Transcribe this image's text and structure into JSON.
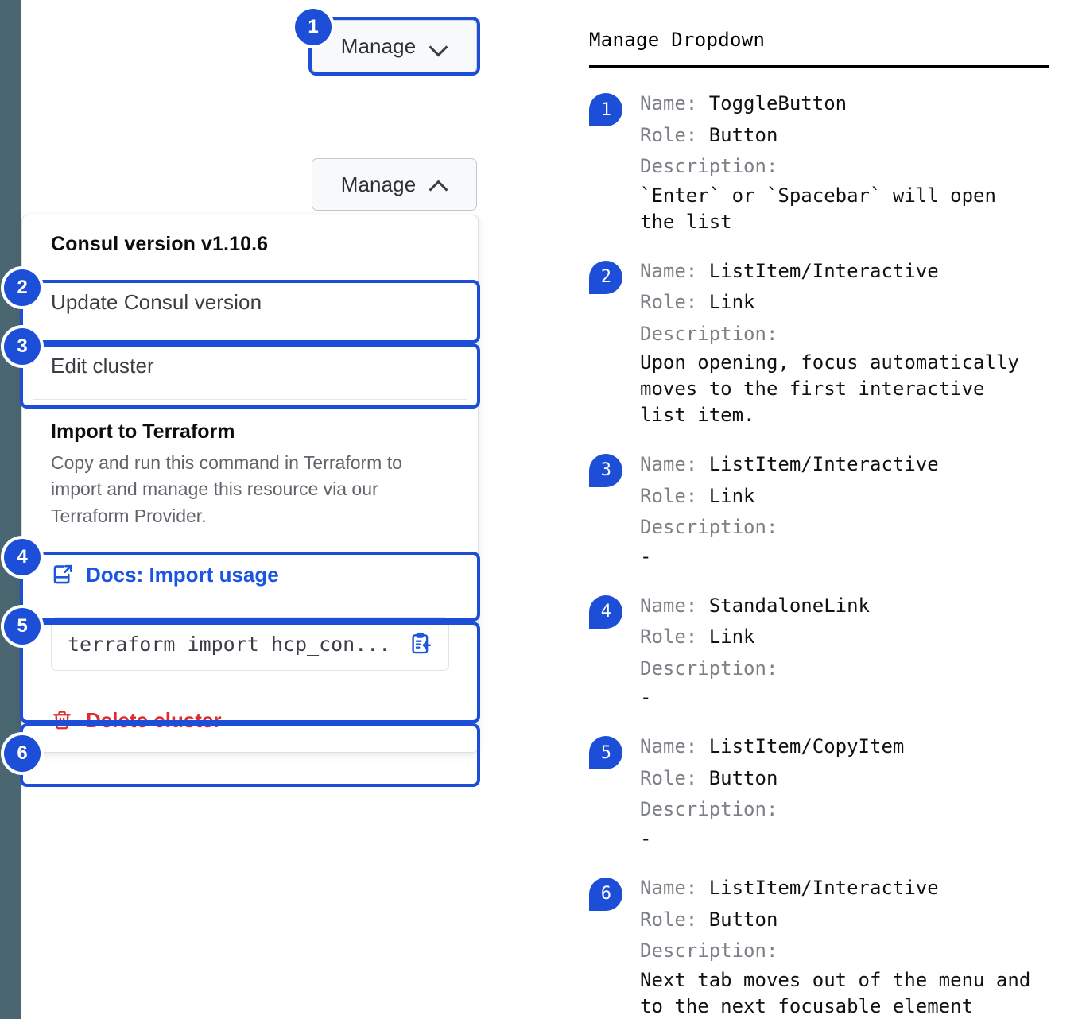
{
  "rail": {
    "color": "#4a6671"
  },
  "accent": {
    "blue": "#1c4ed8",
    "link": "#1c55e0",
    "danger": "#e02b2b"
  },
  "mock": {
    "toggle_closed": {
      "label": "Manage",
      "icon": "chevron-down-icon"
    },
    "toggle_open": {
      "label": "Manage",
      "icon": "chevron-up-icon"
    },
    "dropdown": {
      "version_header": "Consul version v1.10.6",
      "items": [
        {
          "label": "Update Consul version"
        },
        {
          "label": "Edit cluster"
        }
      ],
      "terraform": {
        "title": "Import to Terraform",
        "description": "Copy and run this command in Terraform to import and manage this resource via our Terraform Provider.",
        "docs_link": "Docs: Import usage",
        "docs_icon": "external-link-docs-icon",
        "command": "terraform import hcp_con...",
        "copy_icon": "clipboard-copy-icon"
      },
      "delete": {
        "label": "Delete cluster",
        "icon": "trash-icon"
      }
    },
    "badges": [
      "1",
      "2",
      "3",
      "4",
      "5",
      "6"
    ]
  },
  "notes": {
    "title": "Manage Dropdown",
    "labels": {
      "name": "Name:",
      "role": "Role:",
      "description": "Description:"
    },
    "items": [
      {
        "num": "1",
        "name": "ToggleButton",
        "role": "Button",
        "description": "`Enter` or `Spacebar` will open\nthe list"
      },
      {
        "num": "2",
        "name": "ListItem/Interactive",
        "role": "Link",
        "description": "Upon opening, focus automatically\nmoves to the first interactive\nlist item."
      },
      {
        "num": "3",
        "name": "ListItem/Interactive",
        "role": "Link",
        "description": "-"
      },
      {
        "num": "4",
        "name": "StandaloneLink",
        "role": "Link",
        "description": "-"
      },
      {
        "num": "5",
        "name": "ListItem/CopyItem",
        "role": "Button",
        "description": "-"
      },
      {
        "num": "6",
        "name": "ListItem/Interactive",
        "role": "Button",
        "description": "Next tab moves out of the menu and\nto the next focusable element"
      }
    ]
  }
}
